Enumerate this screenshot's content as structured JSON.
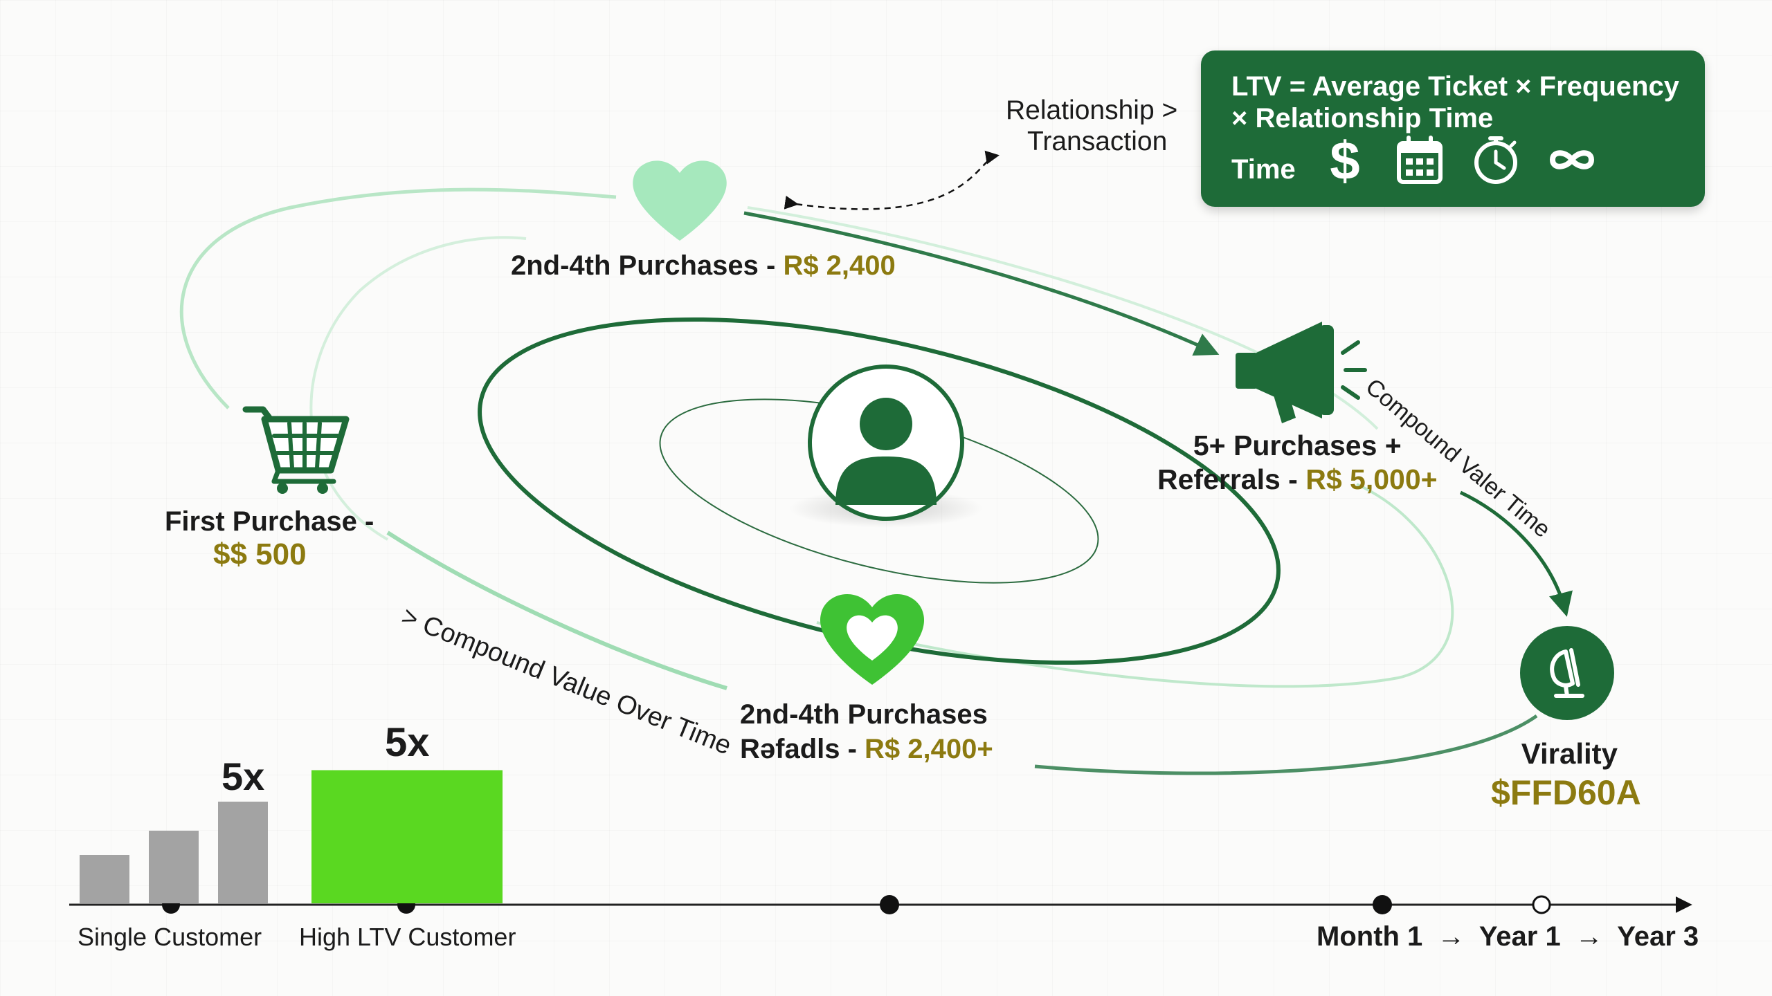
{
  "formula": {
    "line1": "LTV = Average Ticket × Frequency",
    "line2": "× Relationship Time",
    "line3": "Time",
    "icons": [
      "dollar-icon",
      "calendar-icon",
      "stopwatch-icon",
      "infinity-icon"
    ]
  },
  "relationship_note": {
    "line1": "Relationship >",
    "line2": "Transaction"
  },
  "stages": {
    "top": {
      "label": "2nd-4th Purchases - ",
      "amount": "R$ 2,400"
    },
    "first": {
      "line1": "First Purchase -",
      "amount": "$$ 500"
    },
    "bottom": {
      "line1": "2nd-4th Purchases",
      "line2_prefix": "Rəfadls - ",
      "amount": "R$ 2,400+"
    },
    "right": {
      "line1": "5+ Purchases +",
      "line2_prefix": "Referrals - ",
      "amount": "R$ 5,000+"
    },
    "virality": {
      "label": "Virality",
      "amount": "$FFD60A"
    }
  },
  "curve_labels": {
    "compound_left": "> Compound Value Over Time",
    "compound_right": "Compound Valer Time"
  },
  "bars": {
    "multiplier_small": "5x",
    "multiplier_large": "5x",
    "single_label": "Single Customer",
    "high_label": "High LTV Customer",
    "single_values": [
      1,
      1.5,
      2.1
    ],
    "high_value": 5
  },
  "timeline": {
    "month": "Month 1",
    "arrow1": "→",
    "year1": "Year 1",
    "arrow2": "→",
    "year3": "Year 3"
  },
  "colors": {
    "dark_green": "#1e6b38",
    "mid_green": "#2f8f4e",
    "bright_green": "#5ad821",
    "light_green": "#a8e6bd",
    "gold": "#8c7a10",
    "gray_bar": "#a3a3a3"
  }
}
